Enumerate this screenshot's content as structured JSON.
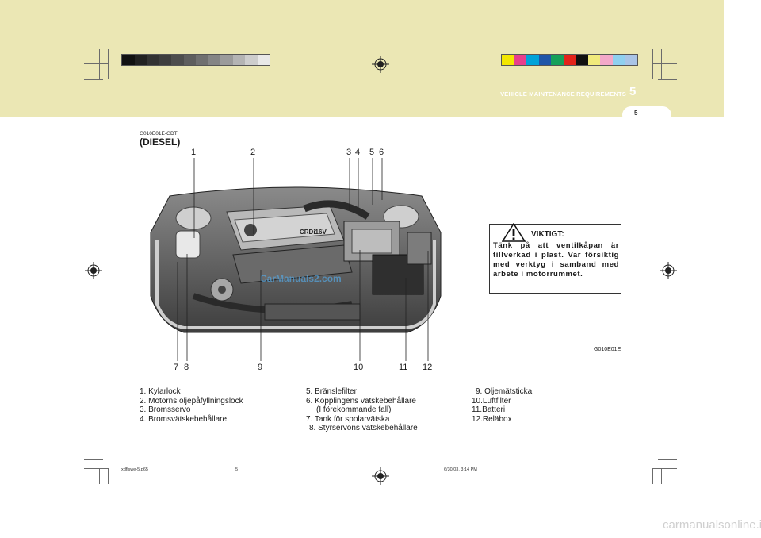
{
  "header": {
    "chapter_title": "VEHICLE MAINTENANCE REQUIREMENTS",
    "chapter_number": "5",
    "page_tab": "5"
  },
  "colors": {
    "band": "#ebe7b4",
    "gray_bar": [
      "#111111",
      "#222222",
      "#333333",
      "#3e3e3e",
      "#4d4d4d",
      "#5e5e5e",
      "#707070",
      "#858585",
      "#9b9b9b",
      "#b4b4b4",
      "#cdcdcd",
      "#e8e8e8"
    ],
    "color_bar": [
      "#f3e600",
      "#e83e8c",
      "#00a3d9",
      "#1f56a8",
      "#16a05a",
      "#e2231a",
      "#111111",
      "#f0ea7b",
      "#f3a8c9",
      "#8fd0ef",
      "#a9c4e6"
    ]
  },
  "section": {
    "code": "G010E01E-GDT",
    "heading": "(DIESEL)"
  },
  "callouts_top": [
    "1",
    "2",
    "3",
    "4",
    "5",
    "6"
  ],
  "callouts_bottom": [
    "7",
    "8",
    "9",
    "10",
    "11",
    "12"
  ],
  "warning": {
    "title": "VIKTIGT:",
    "text": "Tänk på att ventilkåpan är tillverkad i plast. Var försiktig med verktyg i samband med arbete i motorrummet."
  },
  "figure_code": "G010E01E",
  "engine_labels": {
    "cover": "CRDi16V",
    "watermark": "CarManuals2.com"
  },
  "legend": {
    "col1": [
      "1. Kylarlock",
      "2. Motorns oljepåfyllningslock",
      "3. Bromsservo",
      "4. Bromsvätskebehållare"
    ],
    "col2": [
      "5. Bränslefilter",
      "6. Kopplingens vätskebehållare",
      "(I förekommande fall)",
      "7. Tank för spolarvätska",
      "8. Styrservons vätskebehållare"
    ],
    "col3": [
      "9. Oljemätsticka",
      "10.Luftfilter",
      "11.Batteri",
      "12.Reläbox"
    ]
  },
  "footer": {
    "file": "xdflswe-5.p65",
    "page": "5",
    "date": "6/30/03, 3:14 PM"
  },
  "site_watermark": "carmanualsonline.info"
}
